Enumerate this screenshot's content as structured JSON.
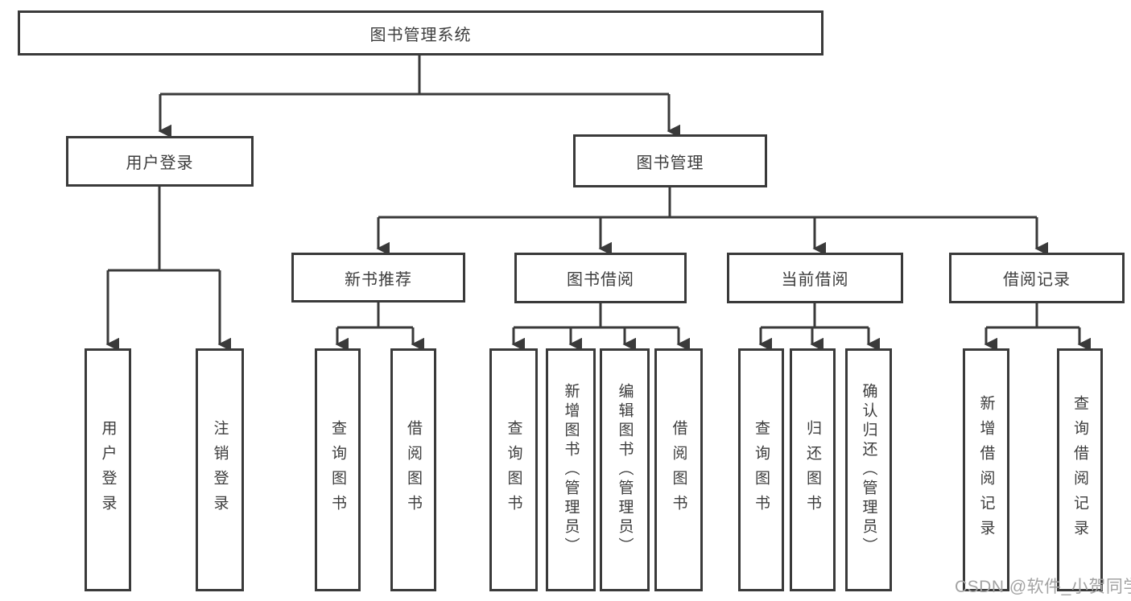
{
  "diagram": {
    "root": {
      "label": "图书管理系统"
    },
    "branches": [
      {
        "label": "用户登录",
        "children": [
          {
            "label": "用户登录"
          },
          {
            "label": "注销登录"
          }
        ]
      },
      {
        "label": "图书管理",
        "children": [
          {
            "label": "新书推荐",
            "children": [
              {
                "label": "查询图书"
              },
              {
                "label": "借阅图书"
              }
            ]
          },
          {
            "label": "图书借阅",
            "children": [
              {
                "label": "查询图书"
              },
              {
                "label": "新增图书（管理员）"
              },
              {
                "label": "编辑图书（管理员）"
              },
              {
                "label": "借阅图书"
              }
            ]
          },
          {
            "label": "当前借阅",
            "children": [
              {
                "label": "查询图书"
              },
              {
                "label": "归还图书"
              },
              {
                "label": "确认归还（管理员）"
              }
            ]
          },
          {
            "label": "借阅记录",
            "children": [
              {
                "label": "新增借阅记录"
              },
              {
                "label": "查询借阅记录"
              }
            ]
          }
        ]
      }
    ]
  },
  "watermark": {
    "label": "CSDN @软件_小贺同学"
  },
  "colors": {
    "line": "#3a3a3a",
    "text": "#3d3d3d",
    "watermark": "#a3a3a3"
  }
}
